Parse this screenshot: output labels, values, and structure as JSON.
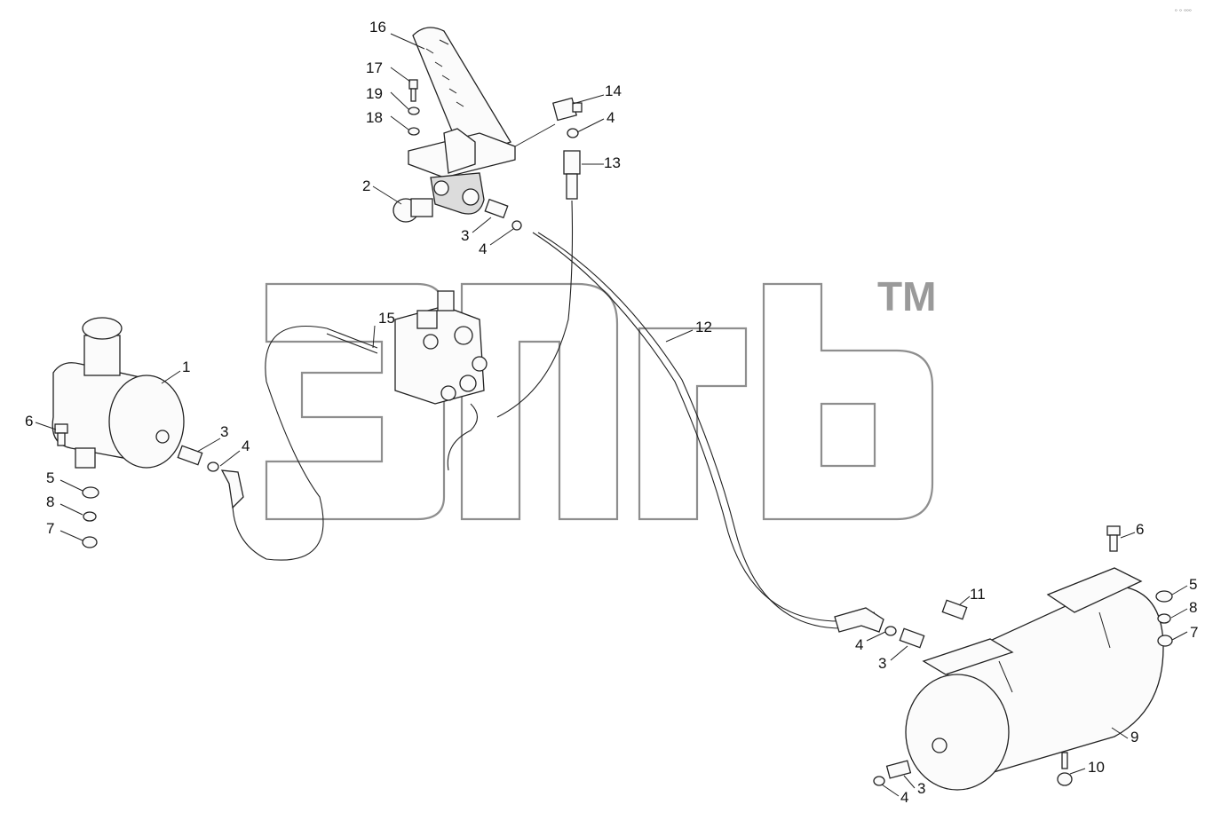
{
  "watermark": {
    "logo_text": "",
    "trademark": "TM"
  },
  "corner_mark": "ᵒ ᵒ ᵒᵒᵒ",
  "callouts": [
    {
      "id": "c16",
      "text": "16"
    },
    {
      "id": "c17",
      "text": "17"
    },
    {
      "id": "c19",
      "text": "19"
    },
    {
      "id": "c18",
      "text": "18"
    },
    {
      "id": "c14",
      "text": "14"
    },
    {
      "id": "c4a",
      "text": "4"
    },
    {
      "id": "c13",
      "text": "13"
    },
    {
      "id": "c2",
      "text": "2"
    },
    {
      "id": "c3a",
      "text": "3"
    },
    {
      "id": "c4b",
      "text": "4"
    },
    {
      "id": "c15",
      "text": "15"
    },
    {
      "id": "c12",
      "text": "12"
    },
    {
      "id": "c1",
      "text": "1"
    },
    {
      "id": "c6a",
      "text": "6"
    },
    {
      "id": "c3b",
      "text": "3"
    },
    {
      "id": "c4c",
      "text": "4"
    },
    {
      "id": "c5a",
      "text": "5"
    },
    {
      "id": "c8a",
      "text": "8"
    },
    {
      "id": "c7a",
      "text": "7"
    },
    {
      "id": "c6b",
      "text": "6"
    },
    {
      "id": "c5b",
      "text": "5"
    },
    {
      "id": "c8b",
      "text": "8"
    },
    {
      "id": "c7b",
      "text": "7"
    },
    {
      "id": "c11",
      "text": "11"
    },
    {
      "id": "c4d",
      "text": "4"
    },
    {
      "id": "c3c",
      "text": "3"
    },
    {
      "id": "c9",
      "text": "9"
    },
    {
      "id": "c10",
      "text": "10"
    },
    {
      "id": "c3d",
      "text": "3"
    },
    {
      "id": "c4e",
      "text": "4"
    }
  ]
}
